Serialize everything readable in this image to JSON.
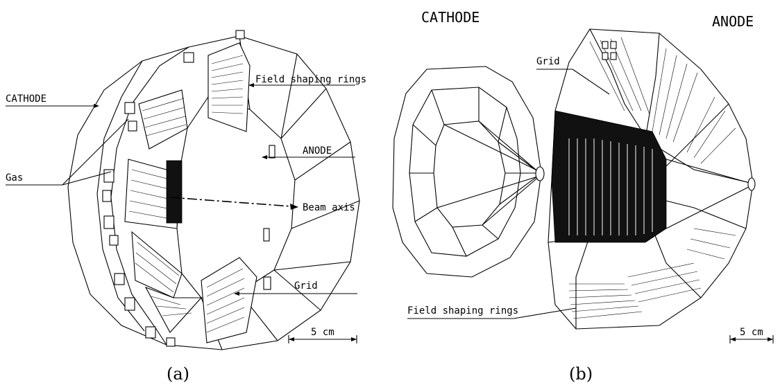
{
  "panel_a": {
    "caption": "(a)",
    "labels": {
      "field_shaping_rings": "Field shaping rings",
      "cathode": "CATHODE",
      "anode": "ANODE",
      "gas": "Gas",
      "beam_axis": "Beam axis",
      "grid": "Grid",
      "scale": "5 cm"
    }
  },
  "panel_b": {
    "caption": "(b)",
    "labels": {
      "cathode": "CATHODE",
      "anode": "ANODE",
      "grid": "Grid",
      "field_shaping_rings": "Field shaping rings",
      "scale": "5 cm"
    }
  }
}
